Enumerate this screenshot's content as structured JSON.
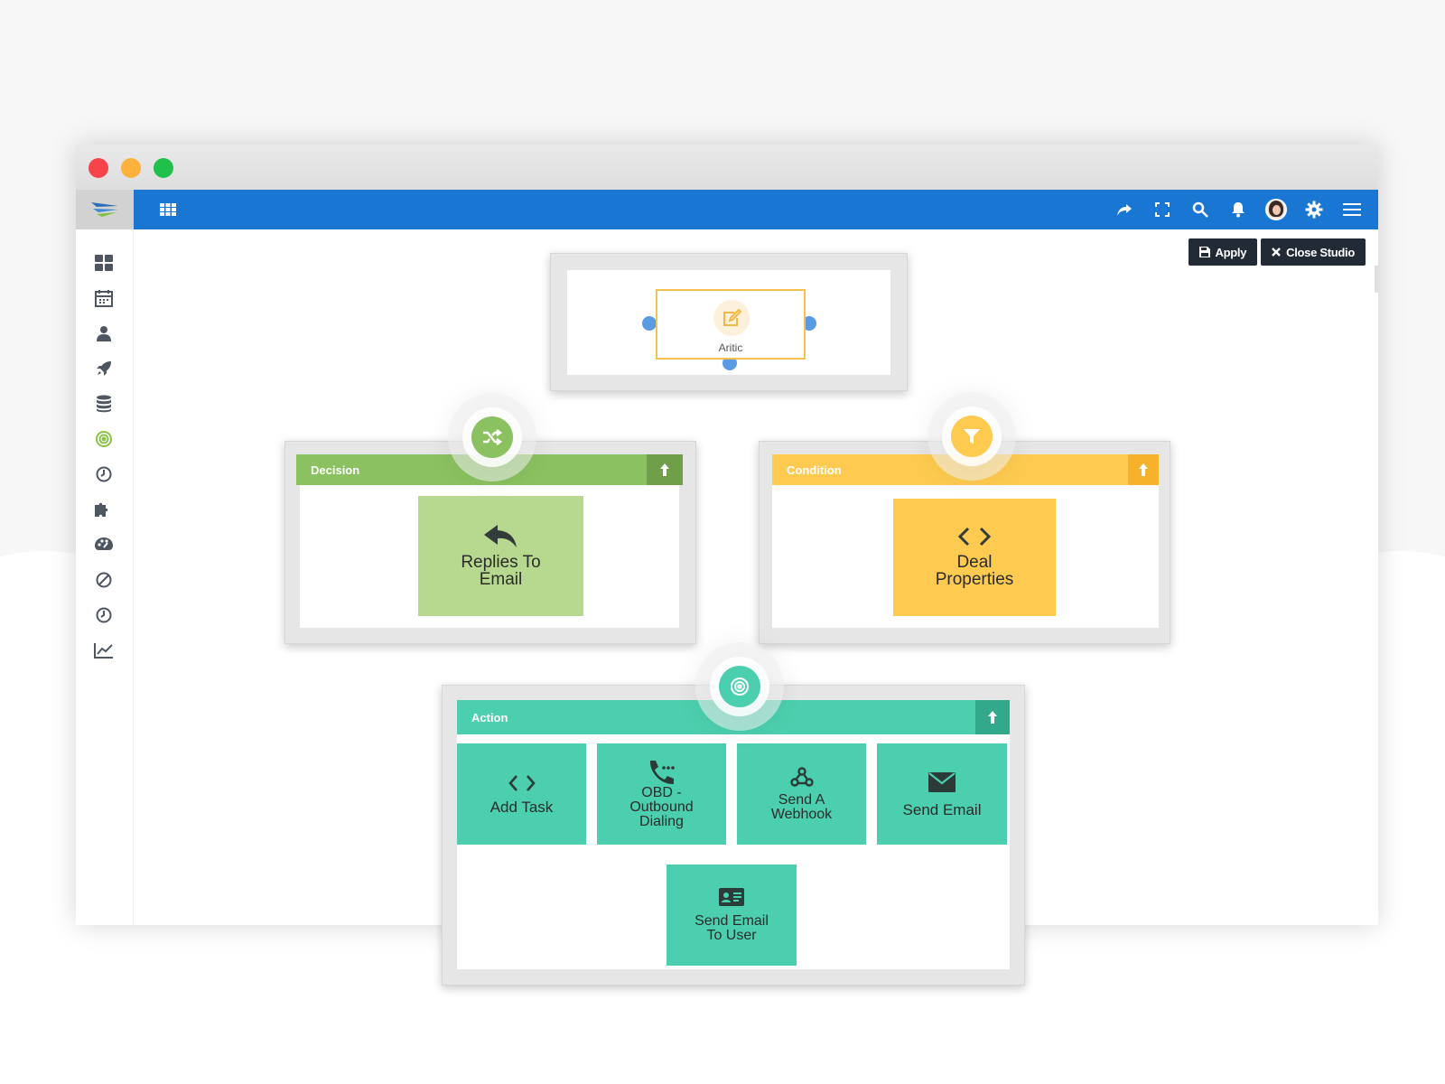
{
  "window": {
    "controls": [
      "close",
      "minimize",
      "maximize"
    ]
  },
  "topbar": {
    "icons": [
      "grid-icon",
      "share-icon",
      "fullscreen-icon",
      "search-icon",
      "bell-icon",
      "avatar",
      "gear-icon",
      "menu-icon"
    ],
    "color": "#1976d2"
  },
  "toolbar": {
    "apply_label": "Apply",
    "close_label": "Close Studio"
  },
  "sidebar": {
    "items": [
      "dashboard-icon",
      "calendar-icon",
      "user-icon",
      "rocket-icon",
      "database-icon",
      "target-icon",
      "clock-icon",
      "puzzle-icon",
      "palette-icon",
      "ban-icon",
      "history-icon",
      "chart-line-icon"
    ],
    "active_index": 5,
    "active_color": "#8bc34a"
  },
  "source": {
    "label": "Aritic",
    "icon": "edit-icon"
  },
  "decision": {
    "title": "Decision",
    "color": "#8bc160",
    "badge_icon": "shuffle-icon",
    "tiles": [
      {
        "label_line1": "Replies To",
        "label_line2": "Email",
        "icon": "reply-icon"
      }
    ]
  },
  "condition": {
    "title": "Condition",
    "color": "#fecb50",
    "badge_icon": "filter-icon",
    "tiles": [
      {
        "label_line1": "Deal",
        "label_line2": "Properties",
        "icon": "code-icon"
      }
    ]
  },
  "action": {
    "title": "Action",
    "color": "#4ccfae",
    "badge_icon": "target-icon",
    "tiles": [
      {
        "lines": [
          "Add Task"
        ],
        "icon": "code-icon"
      },
      {
        "lines": [
          "OBD -",
          "Outbound",
          "Dialing"
        ],
        "icon": "phone-icon"
      },
      {
        "lines": [
          "Send A",
          "Webhook"
        ],
        "icon": "webhook-icon"
      },
      {
        "lines": [
          "Send Email"
        ],
        "icon": "envelope-icon"
      },
      {
        "lines": [
          "Send Email",
          "To User"
        ],
        "icon": "id-card-icon"
      }
    ]
  }
}
